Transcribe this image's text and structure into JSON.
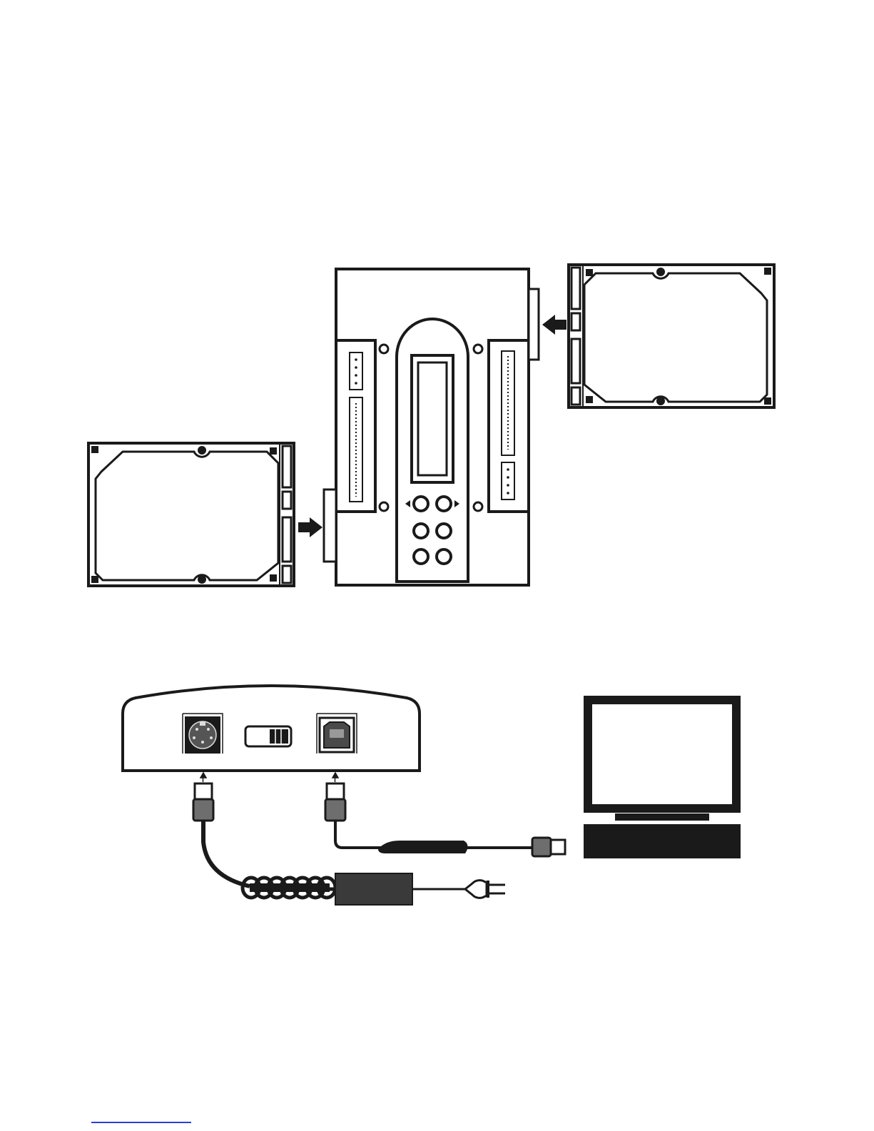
{
  "colors": {
    "ink": "#1a1a1a",
    "paper": "#ffffff",
    "adapter_gray": "#3a3a3a",
    "plug_gray": "#6e6e6e",
    "footer_link": "#2b3fd8"
  },
  "diagram": {
    "panels": [
      "hard-drive-docking-assembly",
      "cable-connection"
    ],
    "dock_buttons": 6,
    "icons": [
      "hard-drive-left-icon",
      "hard-drive-right-icon",
      "docking-station-icon",
      "insert-arrow-icon",
      "dock-rear-panel-icon",
      "power-port-icon",
      "power-switch-icon",
      "usb-b-port-icon",
      "usb-cable-icon",
      "power-adapter-icon",
      "ac-plug-icon",
      "computer-icon"
    ]
  }
}
